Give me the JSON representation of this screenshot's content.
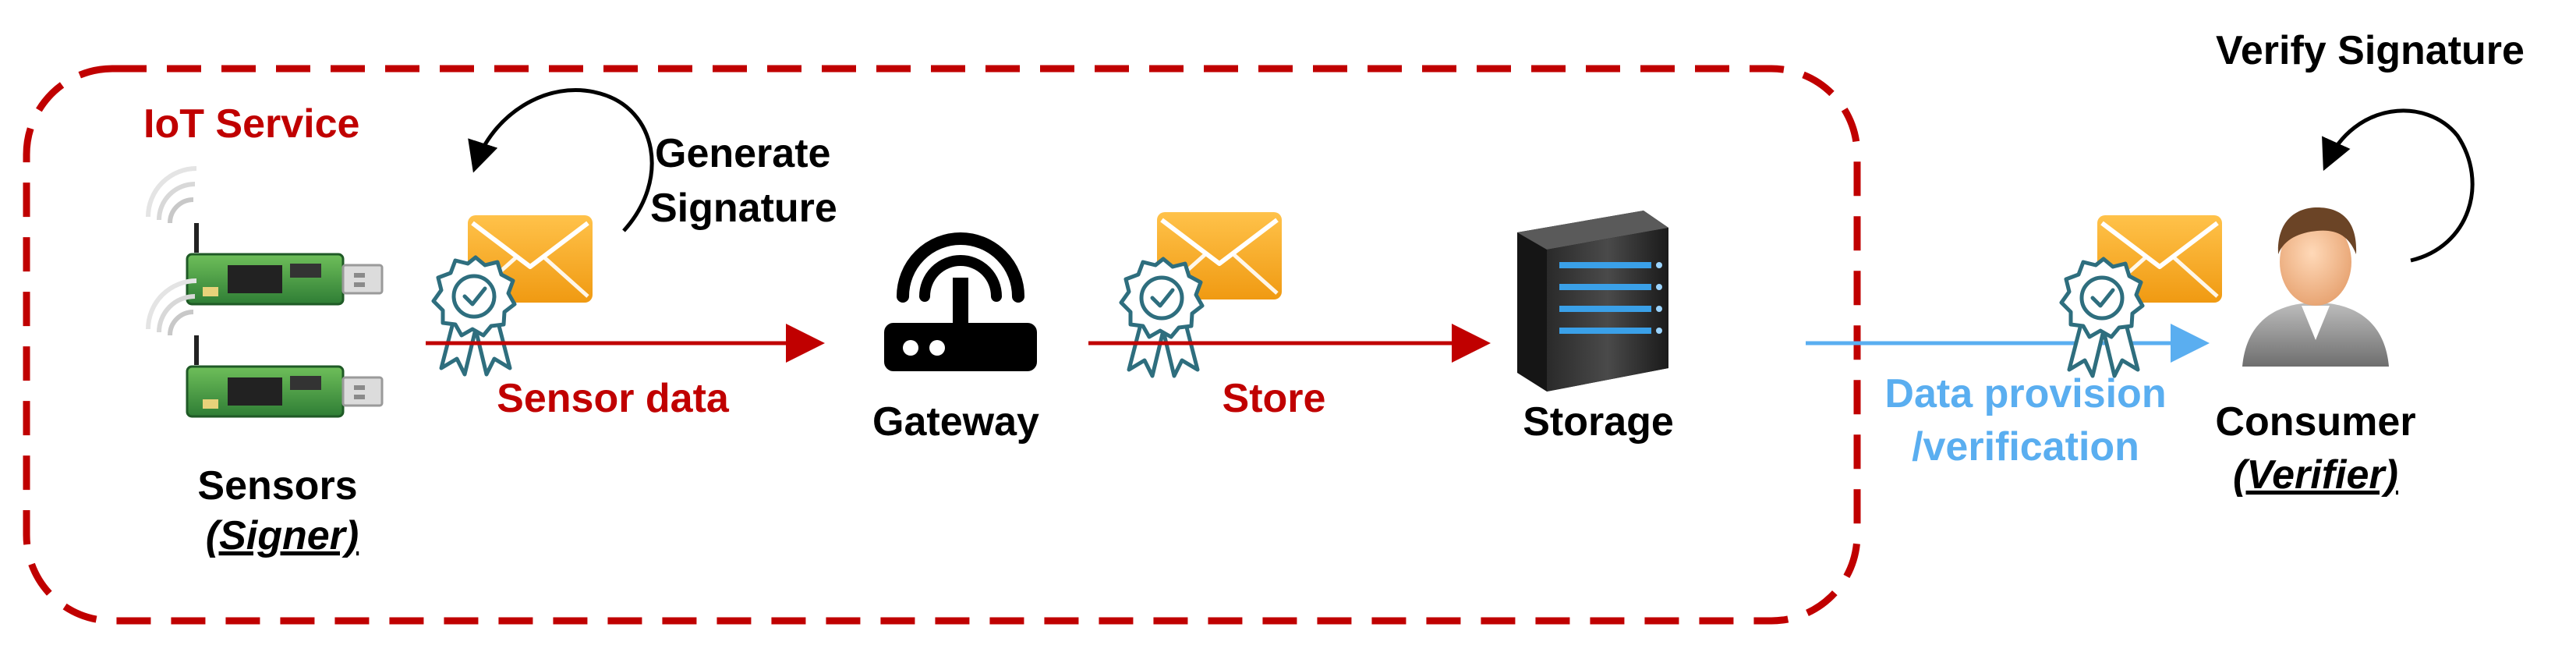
{
  "service": {
    "title": "IoT Service"
  },
  "nodes": {
    "sensors": {
      "label": "Sensors",
      "role": "(Signer)"
    },
    "gateway": {
      "label": "Gateway"
    },
    "storage": {
      "label": "Storage"
    },
    "consumer": {
      "label": "Consumer",
      "role": "(Verifier)"
    }
  },
  "actions": {
    "generate_line1": "Generate",
    "generate_line2": "Signature",
    "verify": "Verify Signature"
  },
  "flows": {
    "sensor_data": "Sensor data",
    "store": "Store",
    "provision_line1": "Data provision",
    "provision_line2": "/verification"
  },
  "colors": {
    "service_boundary": "#c00000",
    "internal_flow": "#c00000",
    "external_flow": "#5aaef0",
    "envelope": "#f5a623",
    "badge": "#2e6e7e"
  },
  "icons": [
    "sensor-board-icon",
    "router-icon",
    "server-rack-icon",
    "user-icon",
    "envelope-icon",
    "certificate-badge-icon",
    "cycle-arrow-icon"
  ]
}
